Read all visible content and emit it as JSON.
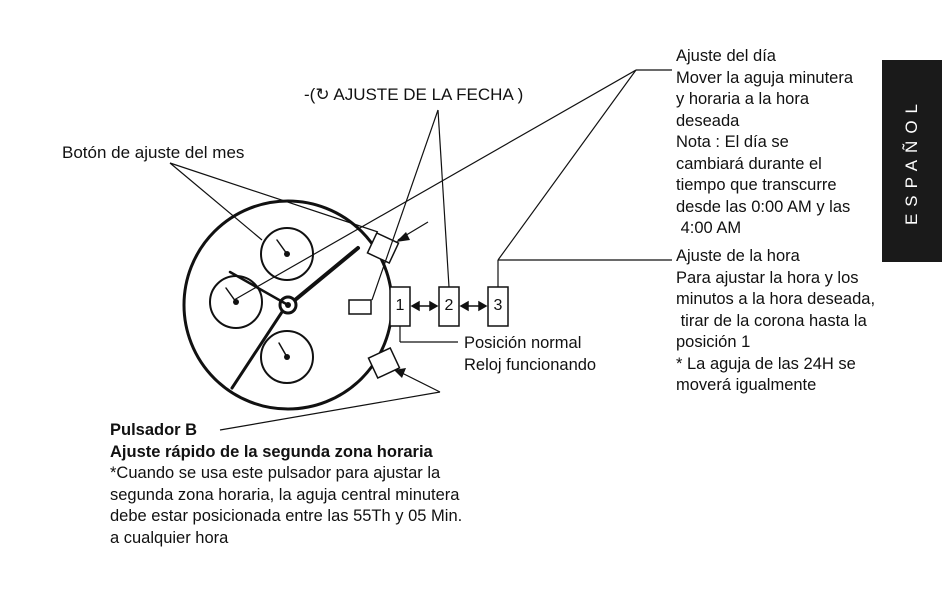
{
  "header": {
    "date_adjust": "-(↻ AJUSTE DE LA FECHA )",
    "month_button": "Botón de ajuste del mes"
  },
  "day_adjust": {
    "title": "Ajuste del día",
    "lines": [
      "Mover la aguja minutera",
      "y horaria a la hora",
      "deseada"
    ],
    "note_lines": [
      "Nota :  El día se",
      "cambiará durante el",
      "tiempo que transcurre",
      "desde las 0:00 AM y las",
      " 4:00 AM"
    ]
  },
  "time_adjust": {
    "title": "Ajuste de la hora",
    "lines": [
      "Para ajustar la hora y los",
      "minutos a la hora deseada,",
      " tirar de la corona hasta la",
      "posición 1",
      "* La aguja de las 24H se",
      "moverá igualmente"
    ]
  },
  "crown_positions": {
    "labels": [
      "1",
      "2",
      "3"
    ],
    "normal_position": "Posición normal",
    "watch_running": "Reloj funcionando"
  },
  "pusher_b": {
    "title": "Pulsador B",
    "subtitle": "Ajuste rápido de la segunda zona horaria",
    "lines": [
      "*Cuando se usa este pulsador para ajustar la",
      "segunda zona horaria, la aguja central minutera",
      "debe estar posicionada entre las 55Th y 05 Min.",
      "a cualquier hora"
    ]
  },
  "language_tab": "ESPAÑOL"
}
